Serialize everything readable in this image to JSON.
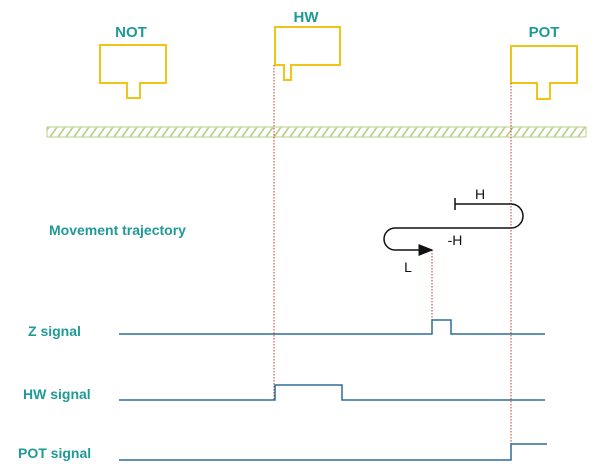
{
  "switches": [
    {
      "id": "not",
      "label": "NOT",
      "position": "left",
      "color": "#f0c419"
    },
    {
      "id": "hw",
      "label": "HW",
      "position": "middle",
      "color": "#f0c419"
    },
    {
      "id": "pot",
      "label": "POT",
      "position": "right",
      "color": "#f0c419"
    }
  ],
  "rail": {
    "color": "#b8cf8a"
  },
  "trajectory": {
    "label": "Movement trajectory",
    "segments": [
      {
        "label": "H",
        "direction": "positive",
        "speed": "high"
      },
      {
        "label": "-H",
        "direction": "negative",
        "speed": "high"
      },
      {
        "label": "L",
        "direction": "positive",
        "speed": "low"
      }
    ]
  },
  "signals": [
    {
      "id": "z",
      "label": "Z signal",
      "note": "single pulse after low-speed reversal"
    },
    {
      "id": "hw",
      "label": "HW signal",
      "note": "high while over HW switch"
    },
    {
      "id": "pot",
      "label": "POT signal",
      "note": "goes high at POT switch"
    }
  ],
  "colors": {
    "label_text": "#1f9a97",
    "signal_line": "#2f6f9a",
    "marker_line": "#c0392b",
    "switch_outline": "#f0c419"
  }
}
